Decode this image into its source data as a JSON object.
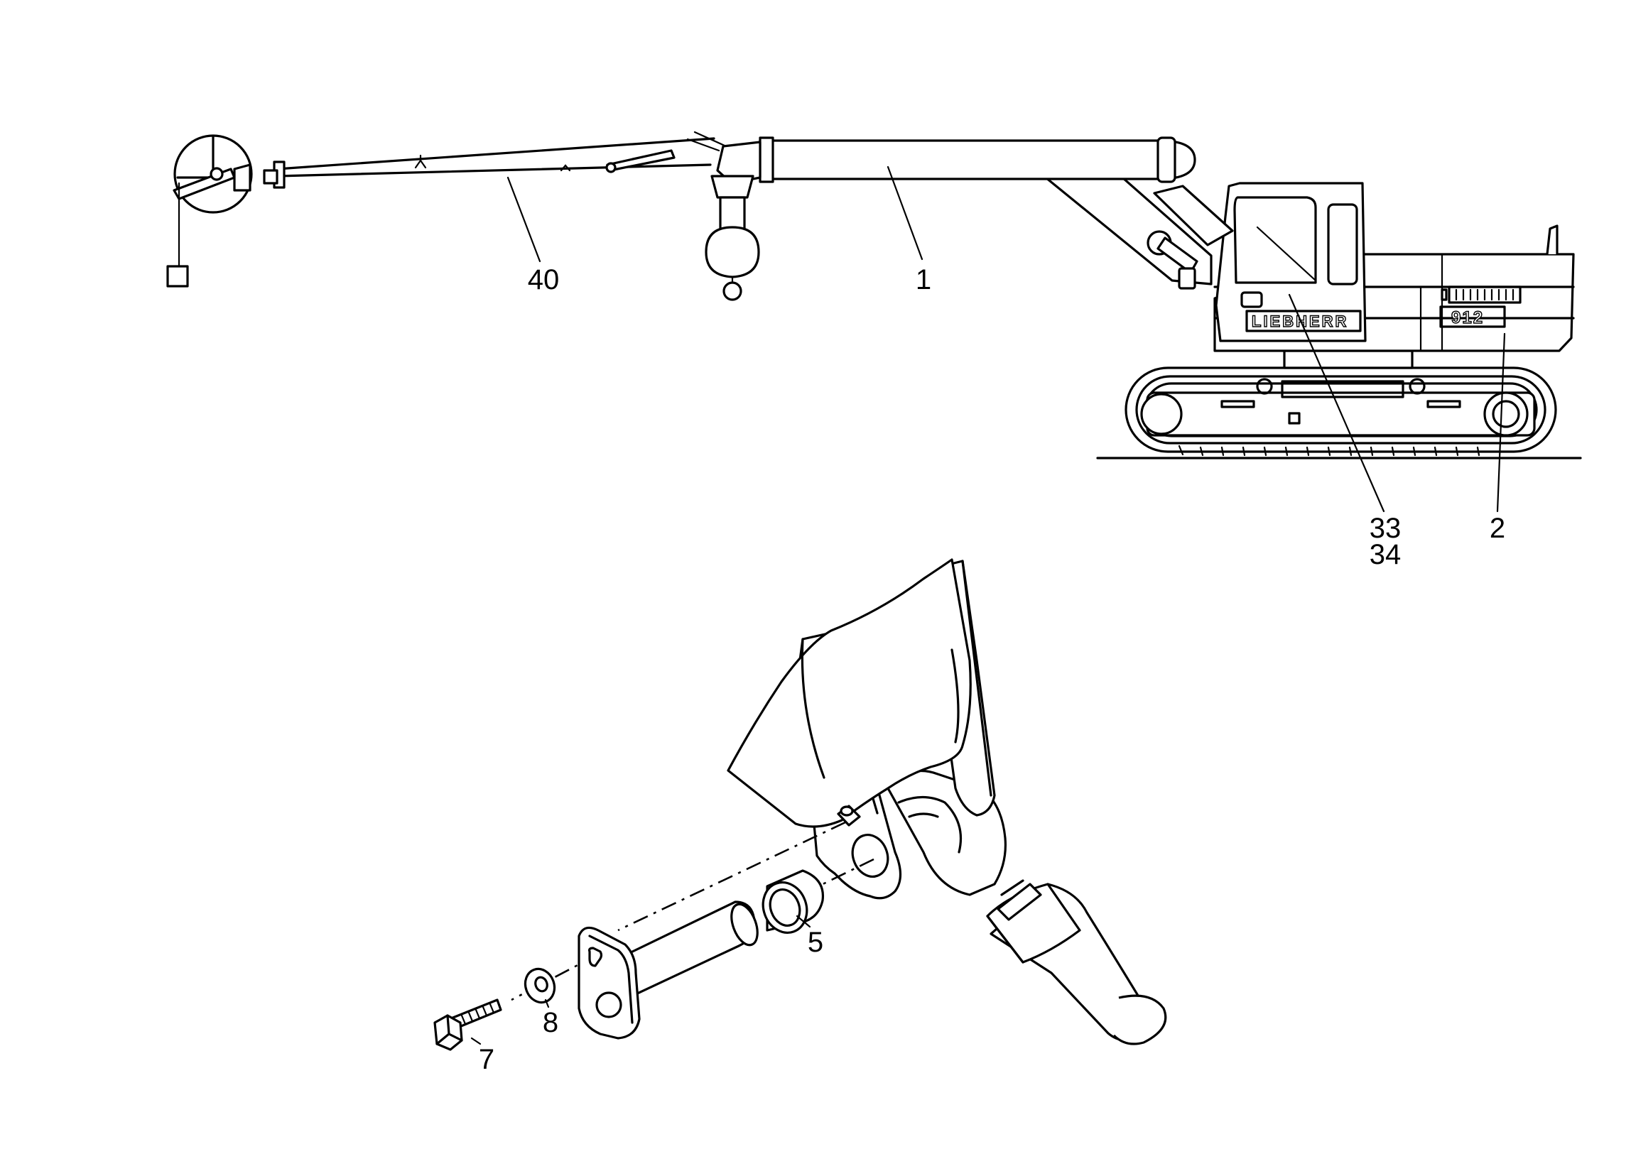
{
  "machine": {
    "brand_text": "LIEBHERR",
    "model_text": "912"
  },
  "callouts": [
    {
      "id": "1",
      "text": "1"
    },
    {
      "id": "2",
      "text": "2"
    },
    {
      "id": "5",
      "text": "5"
    },
    {
      "id": "7",
      "text": "7"
    },
    {
      "id": "8",
      "text": "8"
    },
    {
      "id": "33",
      "text": "33"
    },
    {
      "id": "34",
      "text": "34"
    },
    {
      "id": "40",
      "text": "40"
    }
  ],
  "colors": {
    "line": "#000000",
    "background": "#ffffff"
  }
}
